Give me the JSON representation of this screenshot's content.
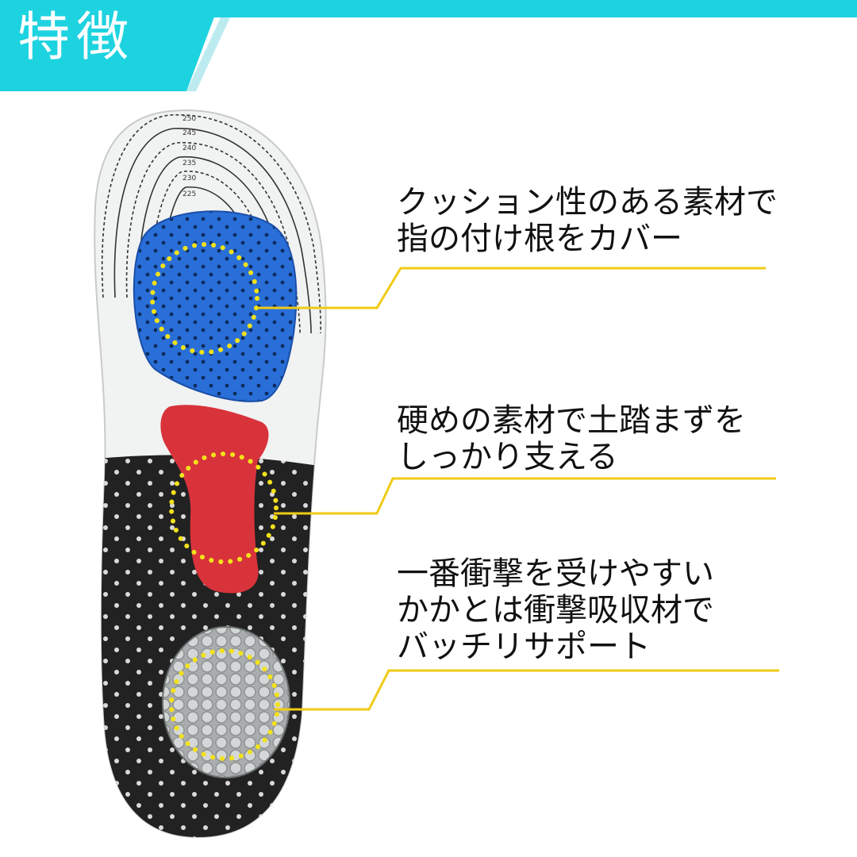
{
  "header": {
    "title": "特徴",
    "accent_color": "#1ed3e0",
    "shadow_color": "#bcebef"
  },
  "insole": {
    "size_marks": [
      "250",
      "245",
      "240",
      "235",
      "230",
      "225"
    ],
    "zones": {
      "forefoot_pad_color": "#2a6fd8",
      "arch_pad_color": "#d8333b",
      "heel_gel_color": "#b8bcbc",
      "base_color": "#222222",
      "top_color": "#f1f2f2",
      "highlight_color": "#f2e21a"
    }
  },
  "callouts": [
    {
      "lines": [
        "クッション性のある素材で",
        "指の付け根をカバー"
      ]
    },
    {
      "lines": [
        "硬めの素材で土踏まずを",
        "しっかり支える"
      ]
    },
    {
      "lines": [
        "一番衝撃を受けやすい",
        "かかとは衝撃吸収材で",
        "バッチリサポート"
      ]
    }
  ],
  "leader_color": "#f0cb14"
}
